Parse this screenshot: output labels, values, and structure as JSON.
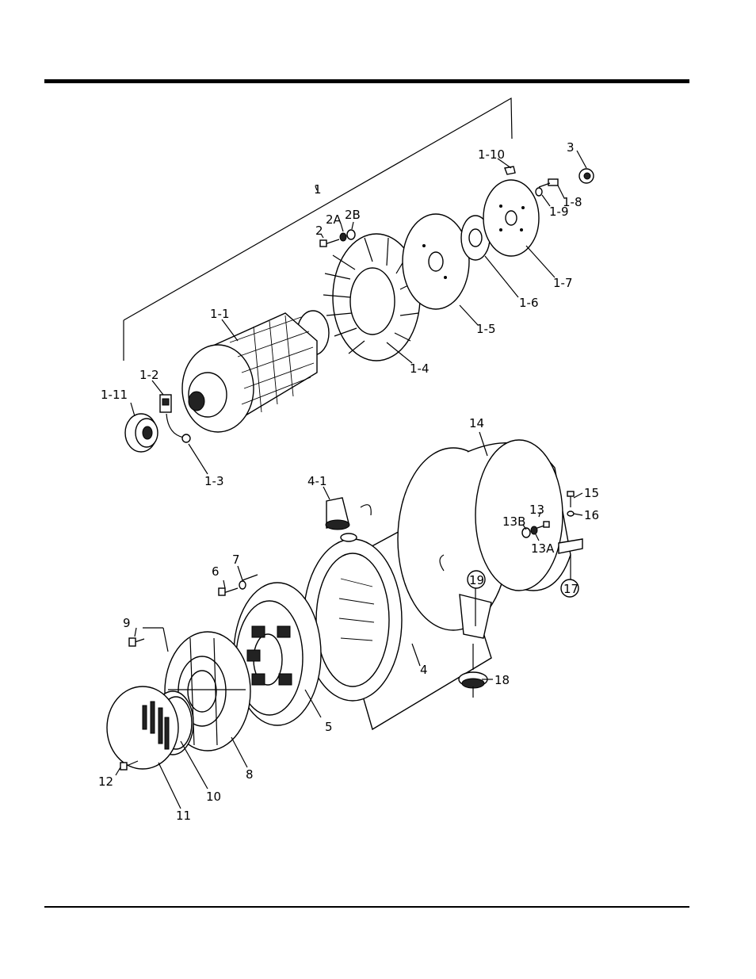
{
  "page": {
    "title": "",
    "footer": ""
  },
  "callouts": [
    {
      "id": "1",
      "text": "1"
    },
    {
      "id": "1-1",
      "text": "1-1"
    },
    {
      "id": "1-2",
      "text": "1-2"
    },
    {
      "id": "1-3",
      "text": "1-3"
    },
    {
      "id": "1-4",
      "text": "1-4"
    },
    {
      "id": "1-5",
      "text": "1-5"
    },
    {
      "id": "1-6",
      "text": "1-6"
    },
    {
      "id": "1-7",
      "text": "1-7"
    },
    {
      "id": "1-8",
      "text": "1-8"
    },
    {
      "id": "1-9",
      "text": "1-9"
    },
    {
      "id": "1-10",
      "text": "1-10"
    },
    {
      "id": "1-11",
      "text": "1-11"
    },
    {
      "id": "2",
      "text": "2"
    },
    {
      "id": "2A",
      "text": "2A"
    },
    {
      "id": "2B",
      "text": "2B"
    },
    {
      "id": "3",
      "text": "3"
    },
    {
      "id": "4",
      "text": "4"
    },
    {
      "id": "4-1",
      "text": "4-1"
    },
    {
      "id": "5",
      "text": "5"
    },
    {
      "id": "6",
      "text": "6"
    },
    {
      "id": "7",
      "text": "7"
    },
    {
      "id": "8",
      "text": "8"
    },
    {
      "id": "9",
      "text": "9"
    },
    {
      "id": "10",
      "text": "10"
    },
    {
      "id": "11",
      "text": "11"
    },
    {
      "id": "12",
      "text": "12"
    },
    {
      "id": "13",
      "text": "13"
    },
    {
      "id": "13A",
      "text": "13A"
    },
    {
      "id": "13B",
      "text": "13B"
    },
    {
      "id": "14",
      "text": "14"
    },
    {
      "id": "15",
      "text": "15"
    },
    {
      "id": "16",
      "text": "16"
    },
    {
      "id": "17",
      "text": "17"
    },
    {
      "id": "18",
      "text": "18"
    },
    {
      "id": "19",
      "text": "19"
    }
  ]
}
